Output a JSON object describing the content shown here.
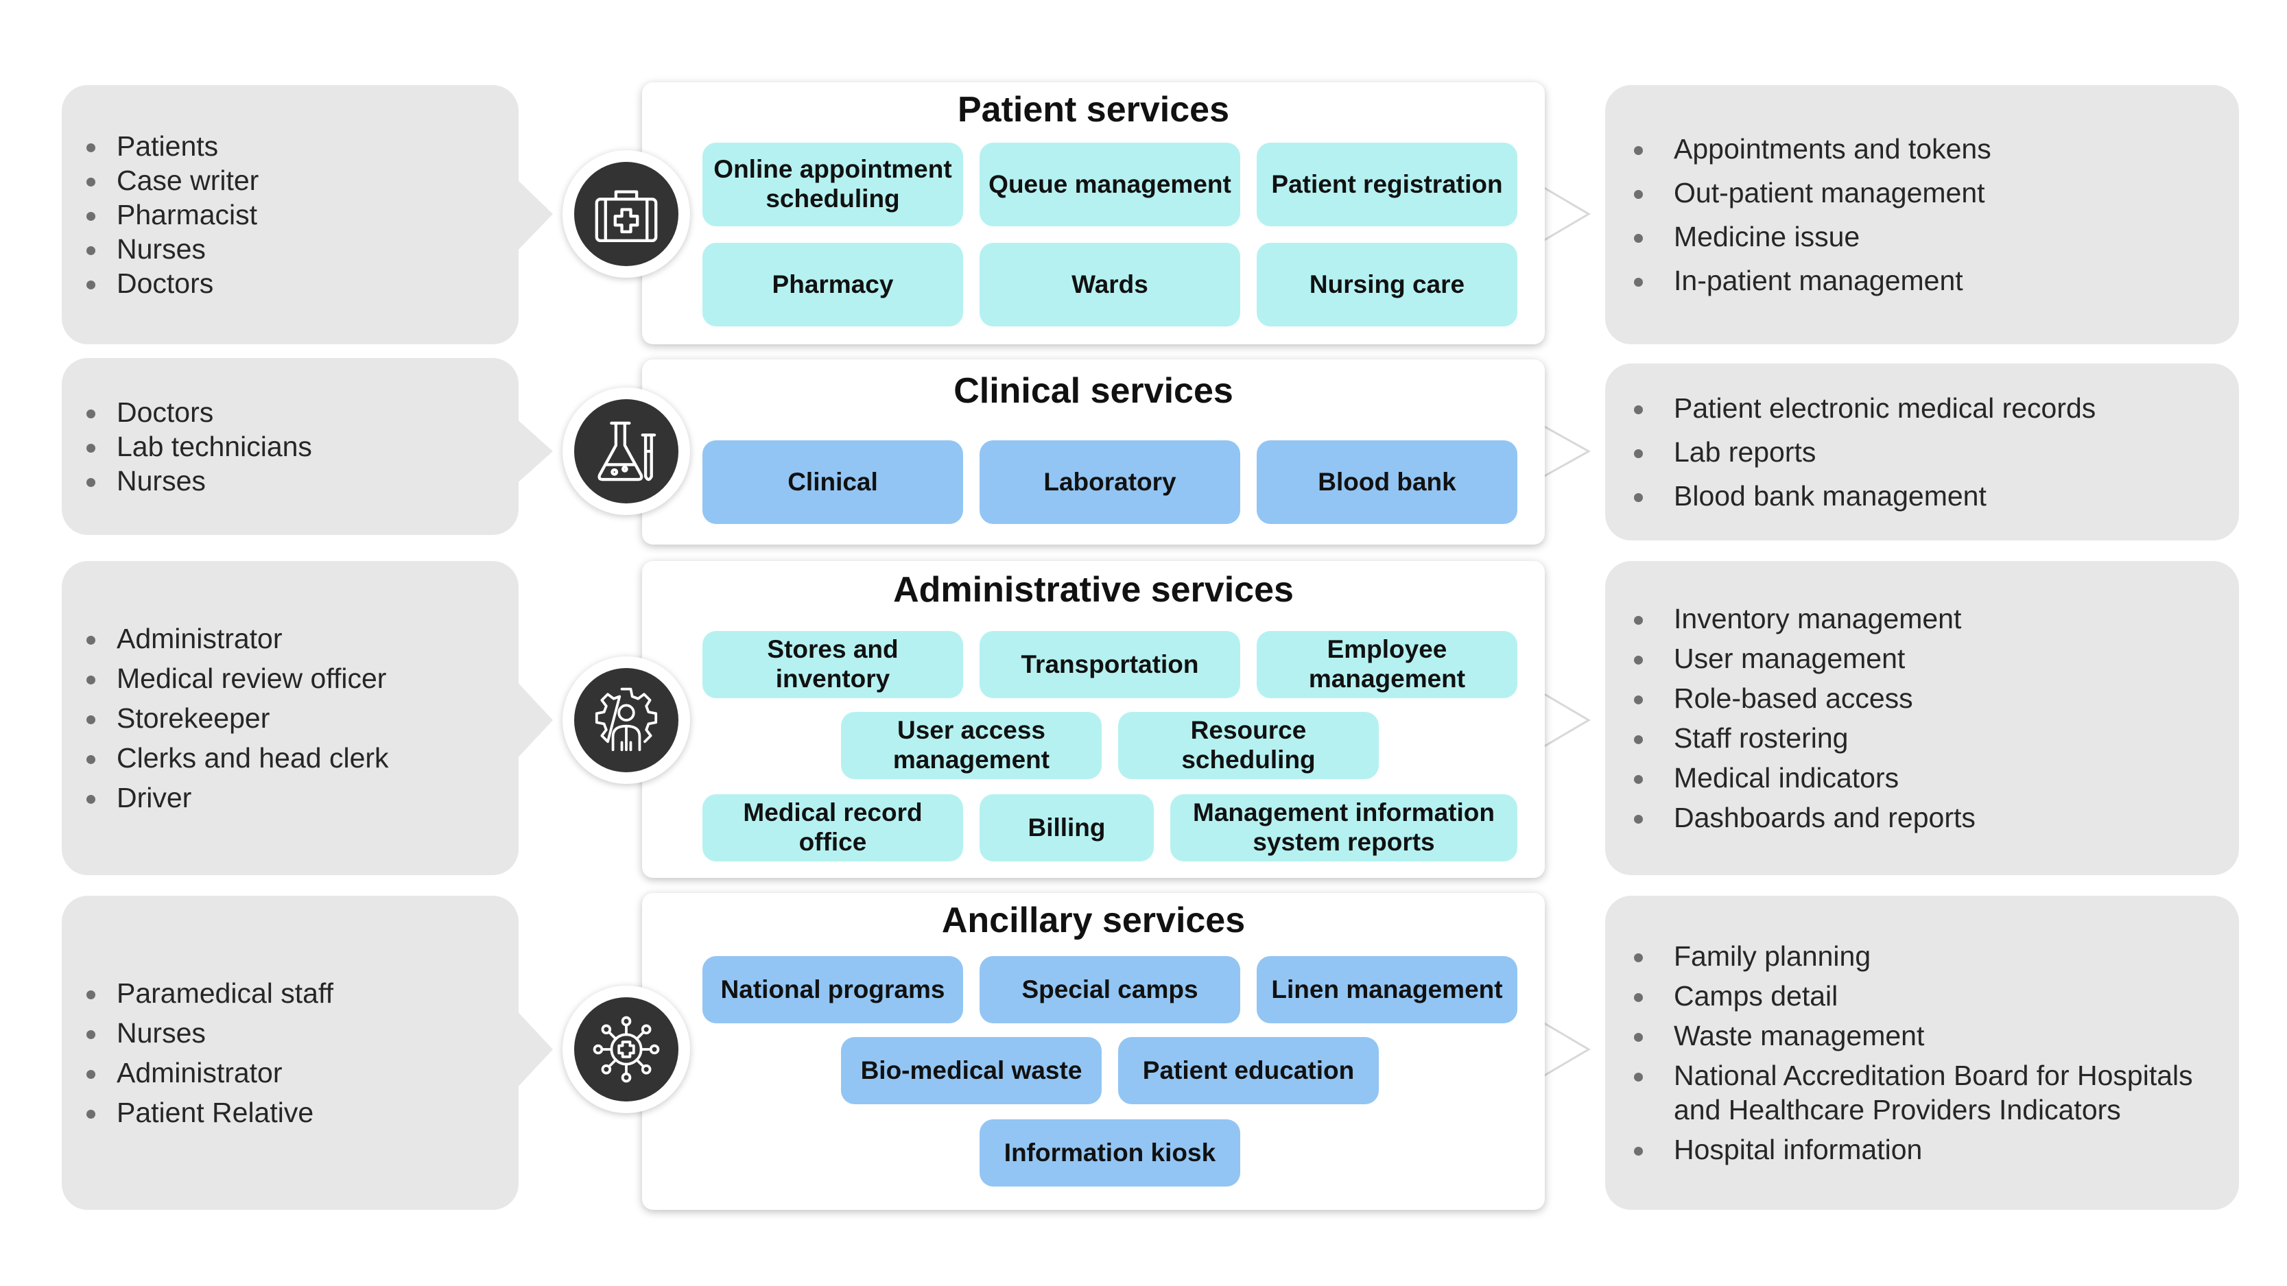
{
  "rows": [
    {
      "title": "Patient services",
      "icon": "medical-kit-icon",
      "users": [
        "Patients",
        "Case writer",
        "Pharmacist",
        "Nurses",
        "Doctors"
      ],
      "chips": [
        "Online appointment scheduling",
        "Queue management",
        "Patient registration",
        "Pharmacy",
        "Wards",
        "Nursing care"
      ],
      "outputs": [
        "Appointments and tokens",
        "Out-patient management",
        "Medicine issue",
        "In-patient management"
      ]
    },
    {
      "title": "Clinical services",
      "icon": "lab-flask-icon",
      "users": [
        "Doctors",
        "Lab technicians",
        "Nurses"
      ],
      "chips": [
        "Clinical",
        "Laboratory",
        "Blood bank"
      ],
      "outputs": [
        "Patient electronic medical records",
        "Lab reports",
        "Blood bank management"
      ]
    },
    {
      "title": "Administrative services",
      "icon": "admin-gear-person-icon",
      "users": [
        "Administrator",
        "Medical review officer",
        "Storekeeper",
        "Clerks and head clerk",
        "Driver"
      ],
      "chips": [
        "Stores and inventory",
        "Transportation",
        "Employee management",
        "User access management",
        "Resource scheduling",
        "Medical record office",
        "Billing",
        "Management information system reports"
      ],
      "outputs": [
        "Inventory management",
        "User management",
        "Role-based access",
        "Staff rostering",
        "Medical indicators",
        "Dashboards and reports"
      ]
    },
    {
      "title": "Ancillary services",
      "icon": "network-medical-icon",
      "users": [
        "Paramedical staff",
        "Nurses",
        "Administrator",
        "Patient Relative"
      ],
      "chips": [
        "National programs",
        "Special camps",
        "Linen management",
        "Bio-medical waste",
        "Patient education",
        "Information kiosk"
      ],
      "outputs": [
        "Family planning",
        "Camps detail",
        "Waste management",
        "National Accreditation Board for Hospitals and Healthcare Providers Indicators",
        "Hospital information"
      ]
    }
  ],
  "colors": {
    "panel": "#e7e7e7",
    "chip_cyan": "#b6f1f1",
    "chip_blue": "#92c5f3",
    "icon_circle": "#333333"
  }
}
